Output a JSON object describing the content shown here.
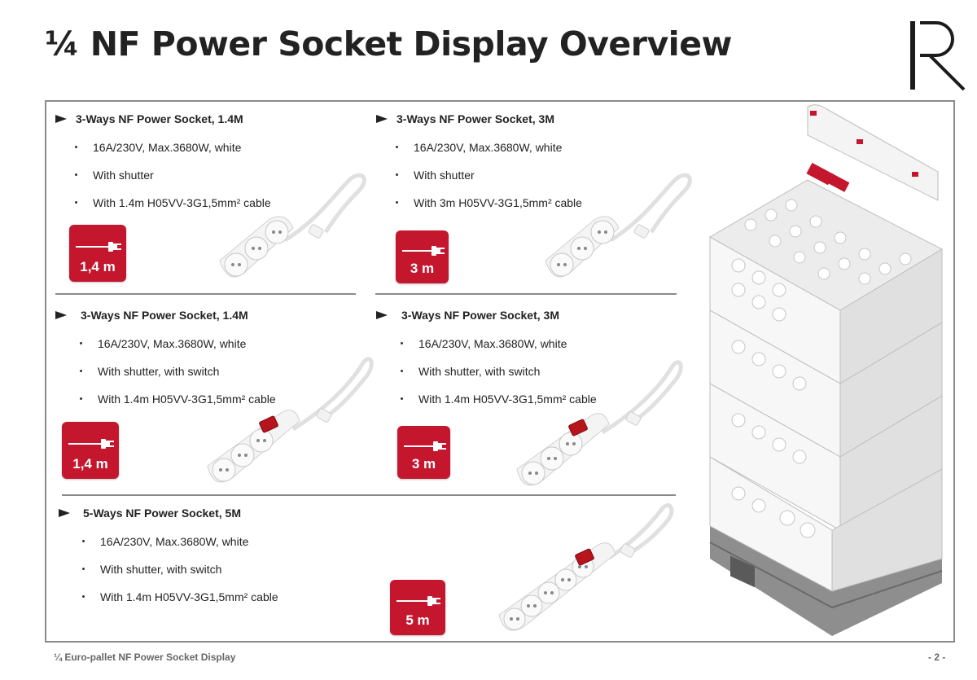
{
  "page": {
    "title": "¼ NF Power Socket Display Overview",
    "footer_left": "¼ Euro-pallet NF Power Socket Display",
    "footer_right": "- 2 -"
  },
  "colors": {
    "badge_red": "#c4172e",
    "text": "#222222",
    "frame": "#8a8a8a"
  },
  "logo": {
    "icon": "brand-r-logo-icon"
  },
  "products": [
    {
      "title": "3-Ways NF Power Socket, 1.4M",
      "bullets": [
        "16A/230V, Max.3680W, white",
        "With shutter",
        "With 1.4m H05VV-3G1,5mm² cable"
      ],
      "badge": "1,4 m"
    },
    {
      "title": "3-Ways NF Power Socket, 3M",
      "bullets": [
        "16A/230V, Max.3680W, white",
        "With shutter",
        "With 3m H05VV-3G1,5mm² cable"
      ],
      "badge": "3 m"
    },
    {
      "title": "3-Ways NF Power Socket, 1.4M",
      "bullets": [
        "16A/230V, Max.3680W, white",
        "With shutter, with switch",
        "With 1.4m H05VV-3G1,5mm² cable"
      ],
      "badge": "1,4 m"
    },
    {
      "title": "3-Ways NF Power Socket, 3M",
      "bullets": [
        "16A/230V, Max.3680W, white",
        "With shutter, with switch",
        "With 1.4m H05VV-3G1,5mm² cable"
      ],
      "badge": "3 m"
    },
    {
      "title": "5-Ways NF Power Socket, 5M",
      "bullets": [
        "16A/230V, Max.3680W, white",
        "With shutter, with switch",
        "With 1.4m H05VV-3G1,5mm² cable"
      ],
      "badge": "5 m"
    }
  ]
}
